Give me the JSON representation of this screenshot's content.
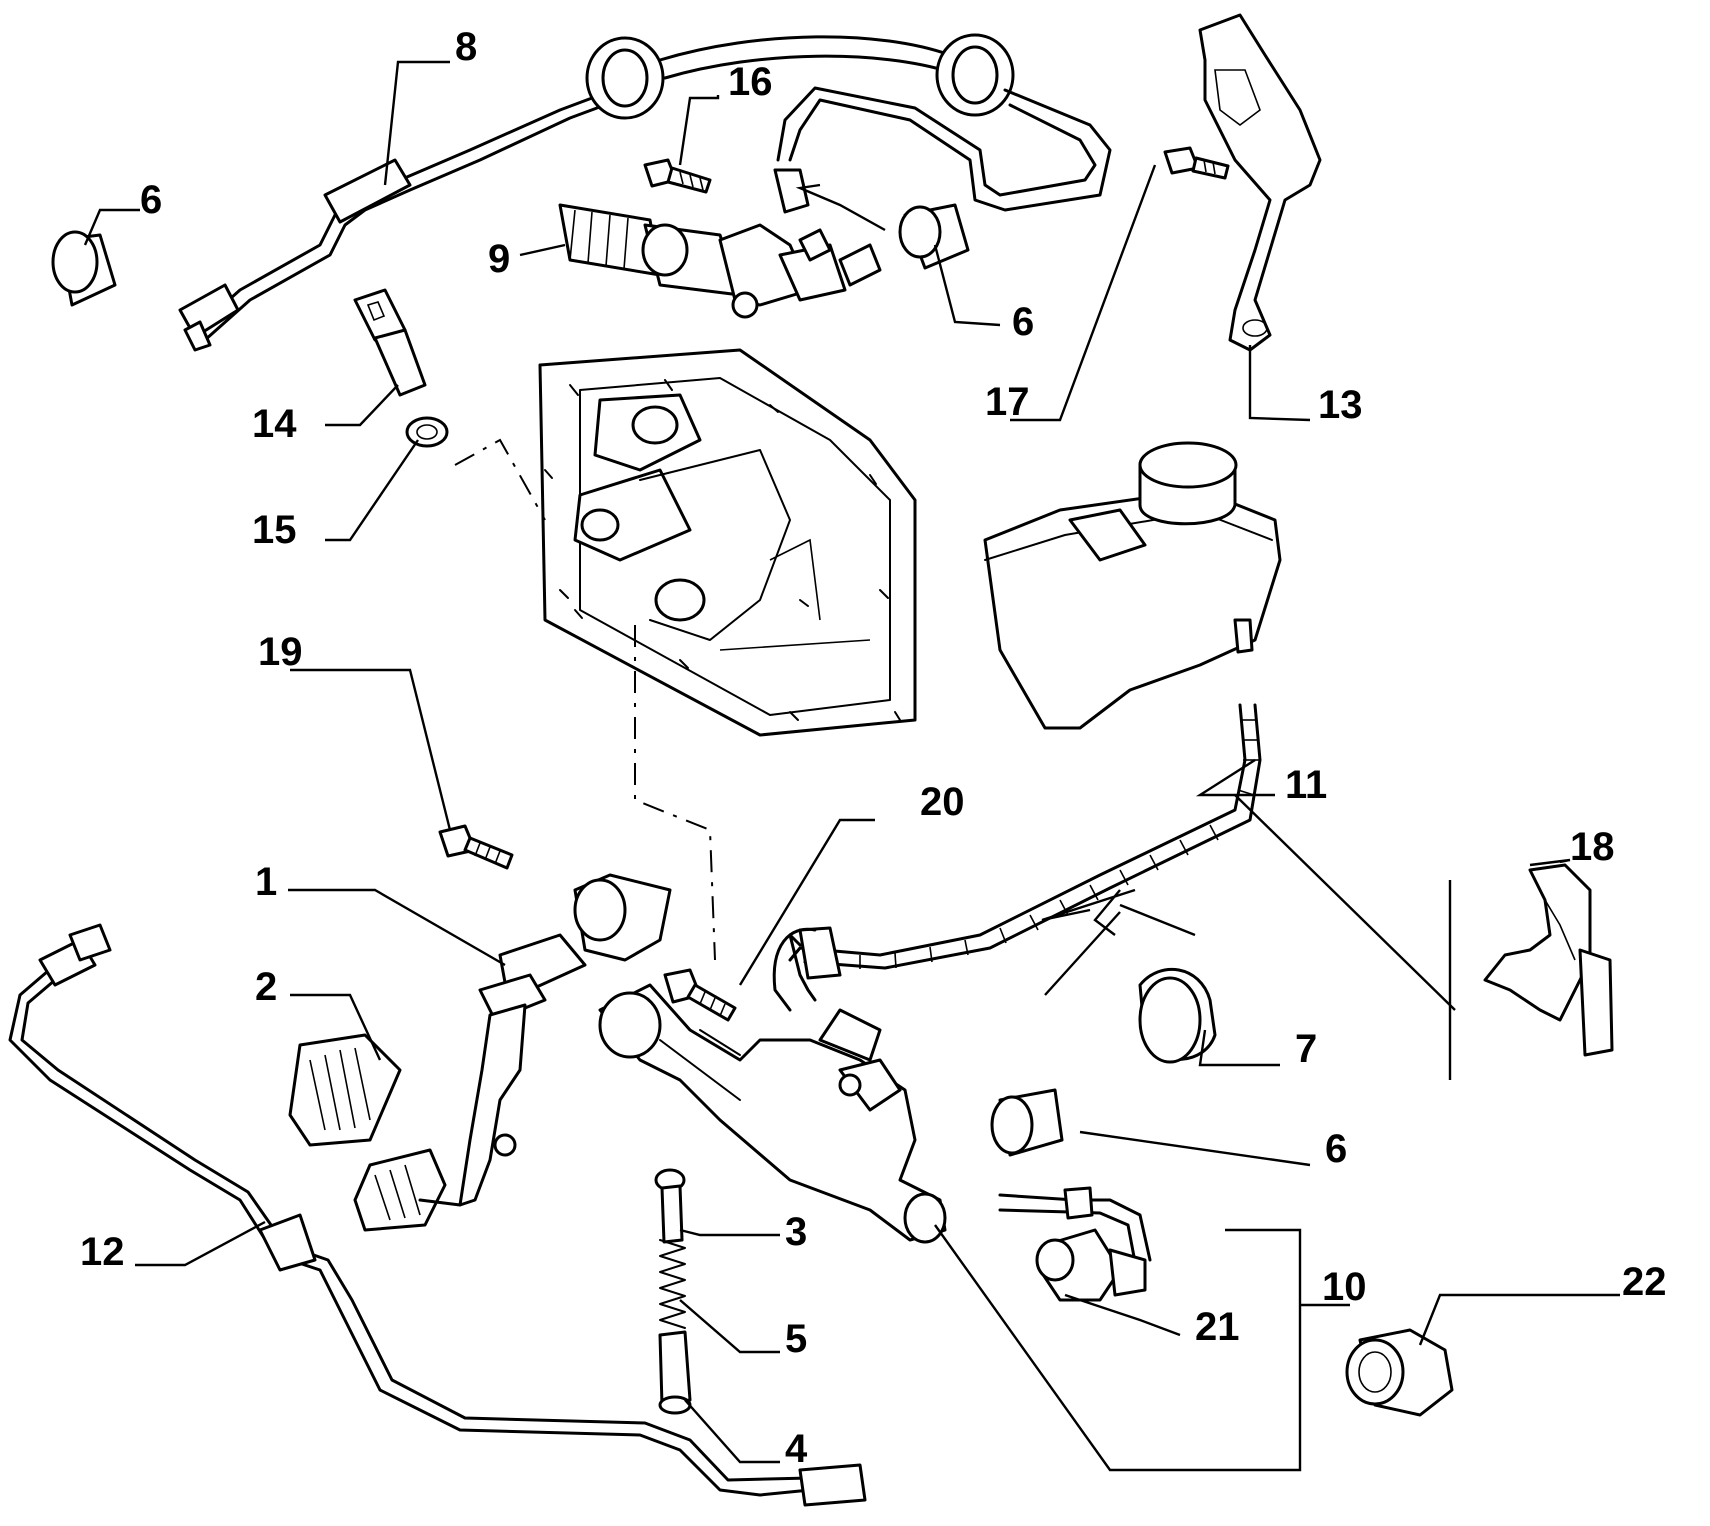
{
  "diagram": {
    "callouts": [
      {
        "id": "c1",
        "label": "1"
      },
      {
        "id": "c2",
        "label": "2"
      },
      {
        "id": "c3",
        "label": "3"
      },
      {
        "id": "c4",
        "label": "4"
      },
      {
        "id": "c5",
        "label": "5"
      },
      {
        "id": "c6a",
        "label": "6"
      },
      {
        "id": "c6b",
        "label": "6"
      },
      {
        "id": "c6c",
        "label": "6"
      },
      {
        "id": "c7",
        "label": "7"
      },
      {
        "id": "c8",
        "label": "8"
      },
      {
        "id": "c9",
        "label": "9"
      },
      {
        "id": "c10",
        "label": "10"
      },
      {
        "id": "c11",
        "label": "11"
      },
      {
        "id": "c12",
        "label": "12"
      },
      {
        "id": "c13",
        "label": "13"
      },
      {
        "id": "c14",
        "label": "14"
      },
      {
        "id": "c15",
        "label": "15"
      },
      {
        "id": "c16",
        "label": "16"
      },
      {
        "id": "c17",
        "label": "17"
      },
      {
        "id": "c18",
        "label": "18"
      },
      {
        "id": "c19",
        "label": "19"
      },
      {
        "id": "c20",
        "label": "20"
      },
      {
        "id": "c21",
        "label": "21"
      },
      {
        "id": "c22",
        "label": "22"
      }
    ]
  }
}
